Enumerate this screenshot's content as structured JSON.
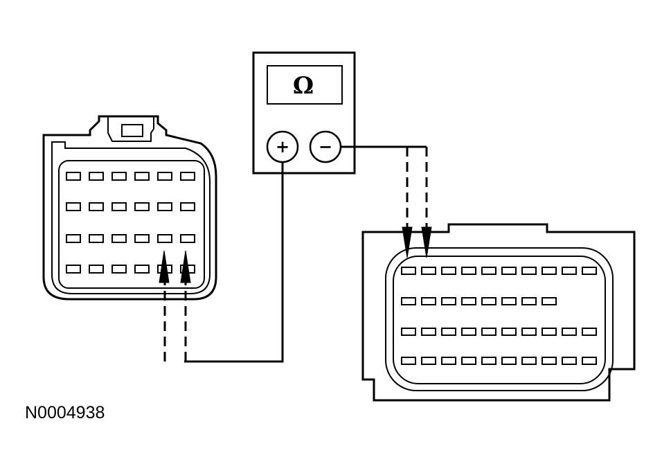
{
  "figure_id": "N0004938",
  "meter": {
    "display_symbol": "Ω",
    "positive_symbol": "+",
    "negative_symbol": "−"
  },
  "left_connector": {
    "rows": [
      6,
      6,
      6,
      6
    ]
  },
  "right_connector": {
    "rows": [
      10,
      8,
      10,
      10
    ]
  },
  "colors": {
    "ink": "#000000",
    "paper": "#ffffff"
  }
}
